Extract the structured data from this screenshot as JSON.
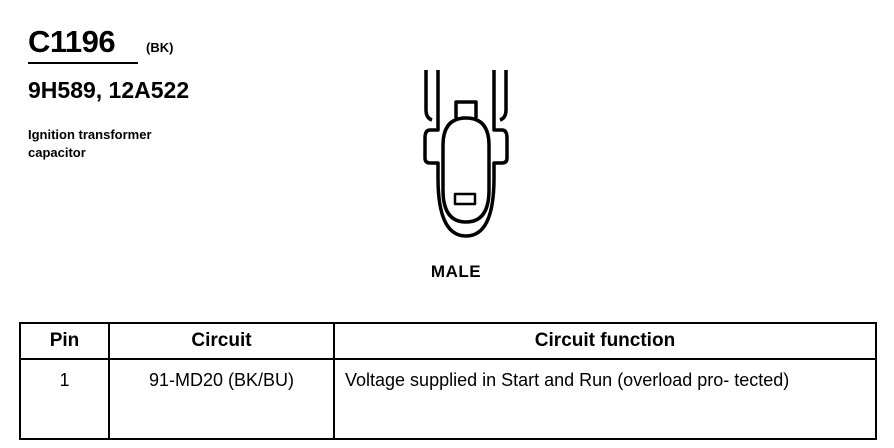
{
  "connector": {
    "id": "C1196",
    "color": "(BK)",
    "part_numbers": "9H589, 12A522",
    "description": "Ignition transformer capacitor",
    "view": "MALE"
  },
  "table": {
    "headers": [
      "Pin",
      "Circuit",
      "Circuit function"
    ],
    "rows": [
      {
        "pin": "1",
        "circuit": "91-MD20 (BK/BU)",
        "function": "Voltage supplied in Start and Run (overload pro- tected)"
      }
    ]
  }
}
